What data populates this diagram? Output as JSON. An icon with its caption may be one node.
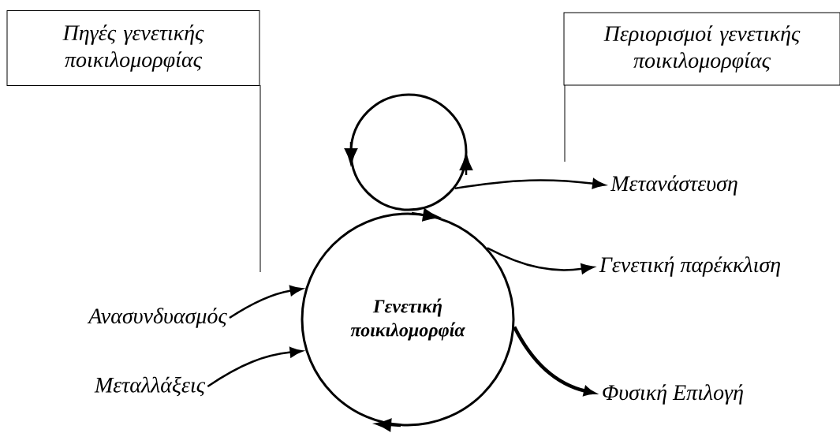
{
  "diagram": {
    "nodes": [
      {
        "text": [
          "Πηγές γενετικής ποικιλομορφίας"
        ]
      },
      {
        "text": [
          "Περιορισμοί γενετικής ποικιλομορφίας"
        ]
      },
      {
        "text": [],
        "shape": "circle"
      },
      {
        "text": [
          "Γενετική ποικιλομορφία"
        ]
      },
      {
        "text": [
          "Ανασυνδυασμός"
        ]
      },
      {
        "text": [
          "Μεταλλάξεις"
        ]
      },
      {
        "text": [
          "Μετανάστευση"
        ]
      },
      {
        "text": [
          "Γενετική παρέκκλιση"
        ]
      },
      {
        "text": [
          "Φυσική Επιλογή"
        ]
      }
    ],
    "edges": [
      {
        "from": 4,
        "to": 3,
        "arrow": "to"
      },
      {
        "from": 5,
        "to": 3,
        "arrow": "to"
      },
      {
        "from": 2,
        "to": 6,
        "arrow": "to"
      },
      {
        "from": 3,
        "to": 7,
        "arrow": "to"
      },
      {
        "from": 3,
        "to": 8,
        "arrow": "to",
        "style": "thick"
      }
    ]
  }
}
